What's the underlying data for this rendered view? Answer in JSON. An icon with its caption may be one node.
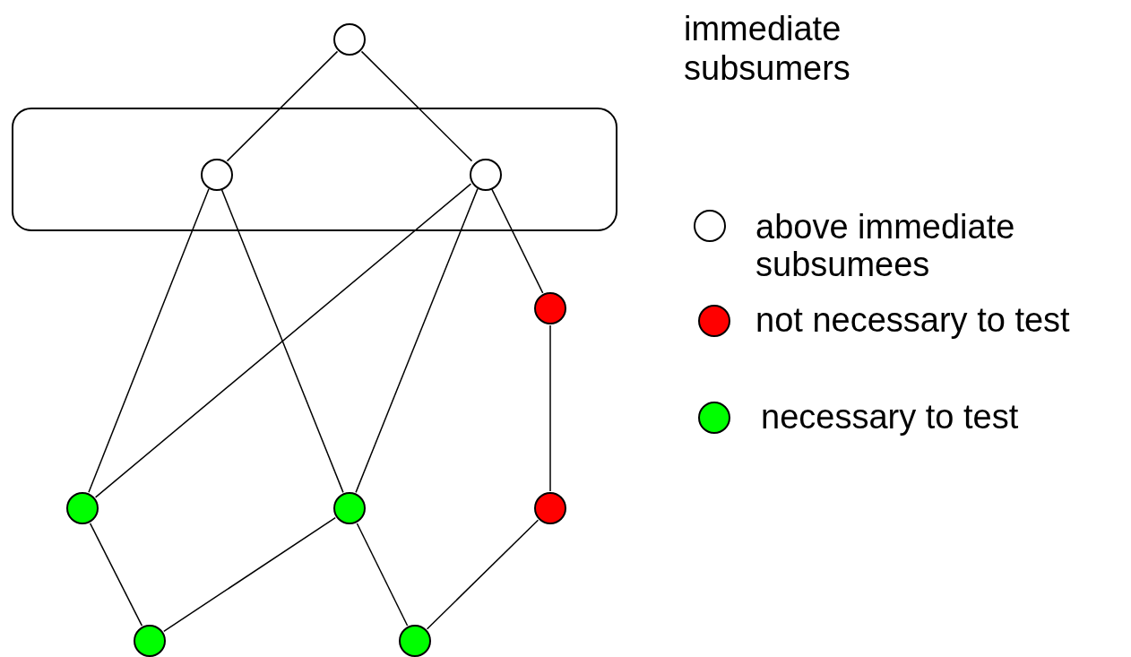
{
  "diagram": {
    "nodes": [
      {
        "text": [],
        "shape": "circle"
      },
      {
        "text": [],
        "shape": "box"
      },
      {
        "text": [],
        "shape": "circle",
        "in": 1
      },
      {
        "text": [],
        "shape": "circle",
        "in": 1
      },
      {
        "text": [],
        "shape": "circle"
      },
      {
        "text": [],
        "shape": "circle"
      },
      {
        "text": [],
        "shape": "circle"
      },
      {
        "text": [],
        "shape": "circle"
      },
      {
        "text": [],
        "shape": "circle"
      },
      {
        "text": [],
        "shape": "circle"
      }
    ],
    "edges": [
      {
        "from": 0,
        "to": 2,
        "arrow": "none"
      },
      {
        "from": 0,
        "to": 3,
        "arrow": "none"
      },
      {
        "from": 2,
        "to": 5,
        "arrow": "none"
      },
      {
        "from": 2,
        "to": 6,
        "arrow": "none"
      },
      {
        "from": 3,
        "to": 5,
        "arrow": "none"
      },
      {
        "from": 3,
        "to": 6,
        "arrow": "none"
      },
      {
        "from": 3,
        "to": 4,
        "arrow": "none"
      },
      {
        "from": 4,
        "to": 7,
        "arrow": "none"
      },
      {
        "from": 5,
        "to": 8,
        "arrow": "none"
      },
      {
        "from": 6,
        "to": 8,
        "arrow": "none"
      },
      {
        "from": 6,
        "to": 9,
        "arrow": "none"
      },
      {
        "from": 7,
        "to": 9,
        "arrow": "none"
      }
    ],
    "labels": [
      "immediate subsumers"
    ],
    "legend": [
      {
        "text": "above immediate subsumees",
        "color": "#ffffff"
      },
      {
        "text": "not necessary to test",
        "color": "#ff0000"
      },
      {
        "text": "necessary to test",
        "color": "#00ff00"
      }
    ]
  }
}
